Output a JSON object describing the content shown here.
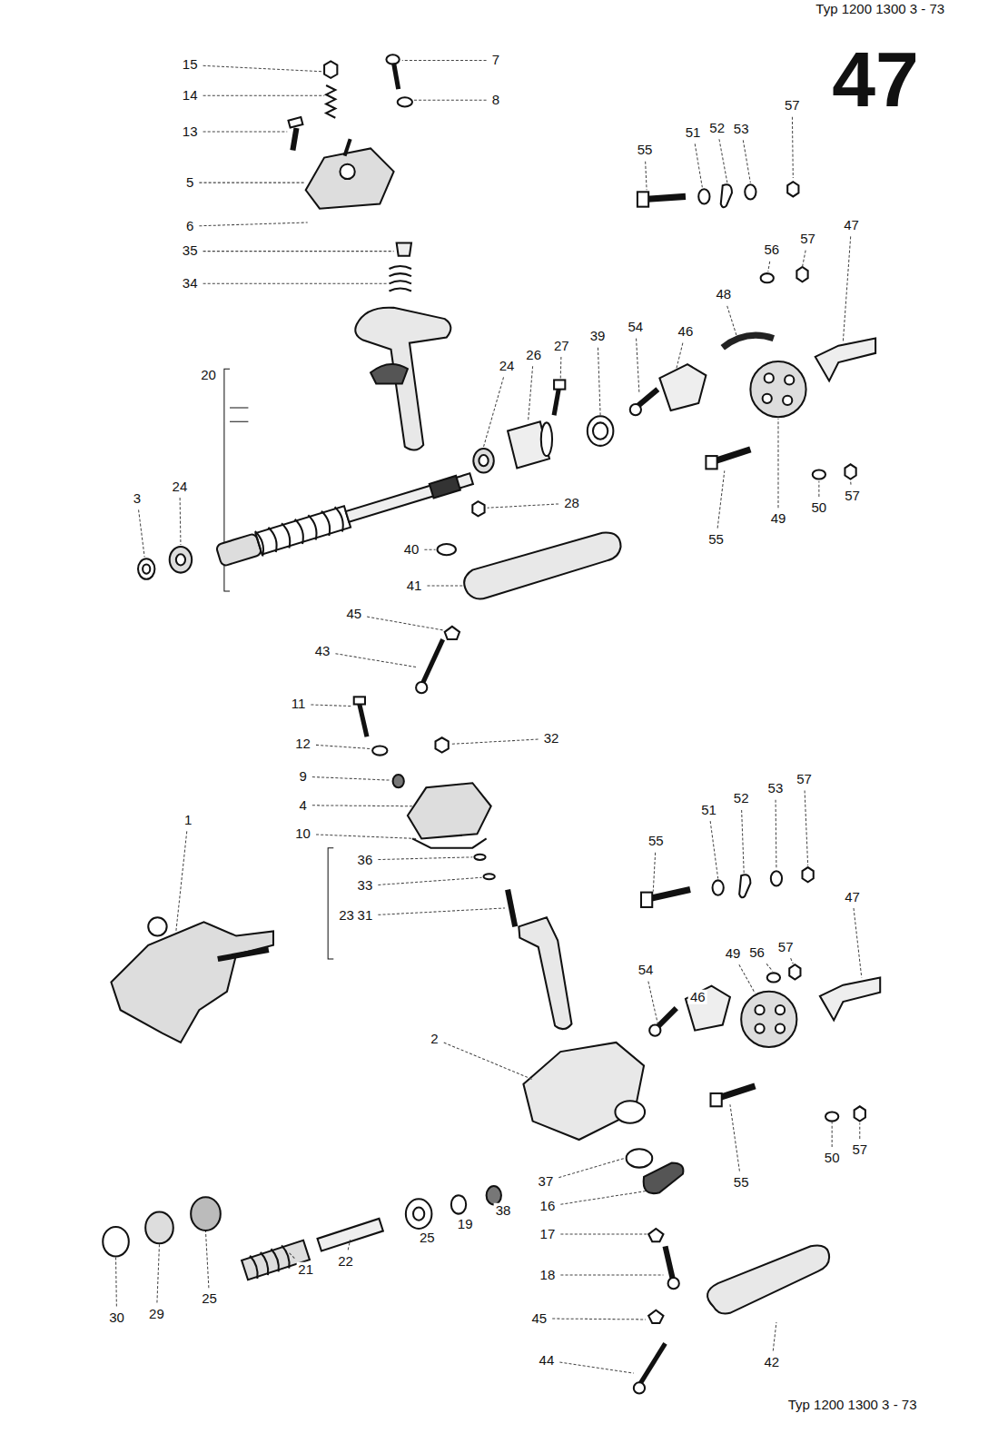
{
  "diagram": {
    "labels": [
      "Typ 1200 1300 3 - 73",
      "47",
      "15",
      "14",
      "13",
      "7",
      "8",
      "5",
      "6",
      "35",
      "34",
      "20",
      "55",
      "51",
      "52",
      "53",
      "57",
      "47",
      "56",
      "57",
      "48",
      "39",
      "27",
      "26",
      "24",
      "54",
      "46",
      "3",
      "24",
      "28",
      "55",
      "49",
      "50",
      "57",
      "40",
      "41",
      "45",
      "43",
      "11",
      "12",
      "32",
      "9",
      "4",
      "10",
      "36",
      "33",
      "23",
      "31",
      "1",
      "55",
      "51",
      "52",
      "53",
      "57",
      "47",
      "49",
      "56",
      "57",
      "54",
      "46",
      "2",
      "25",
      "19",
      "38",
      "37",
      "16",
      "17",
      "18",
      "55",
      "50",
      "57",
      "21",
      "22",
      "25",
      "29",
      "30",
      "45",
      "44",
      "42",
      "Typ 1200 1300 3 - 73"
    ]
  }
}
